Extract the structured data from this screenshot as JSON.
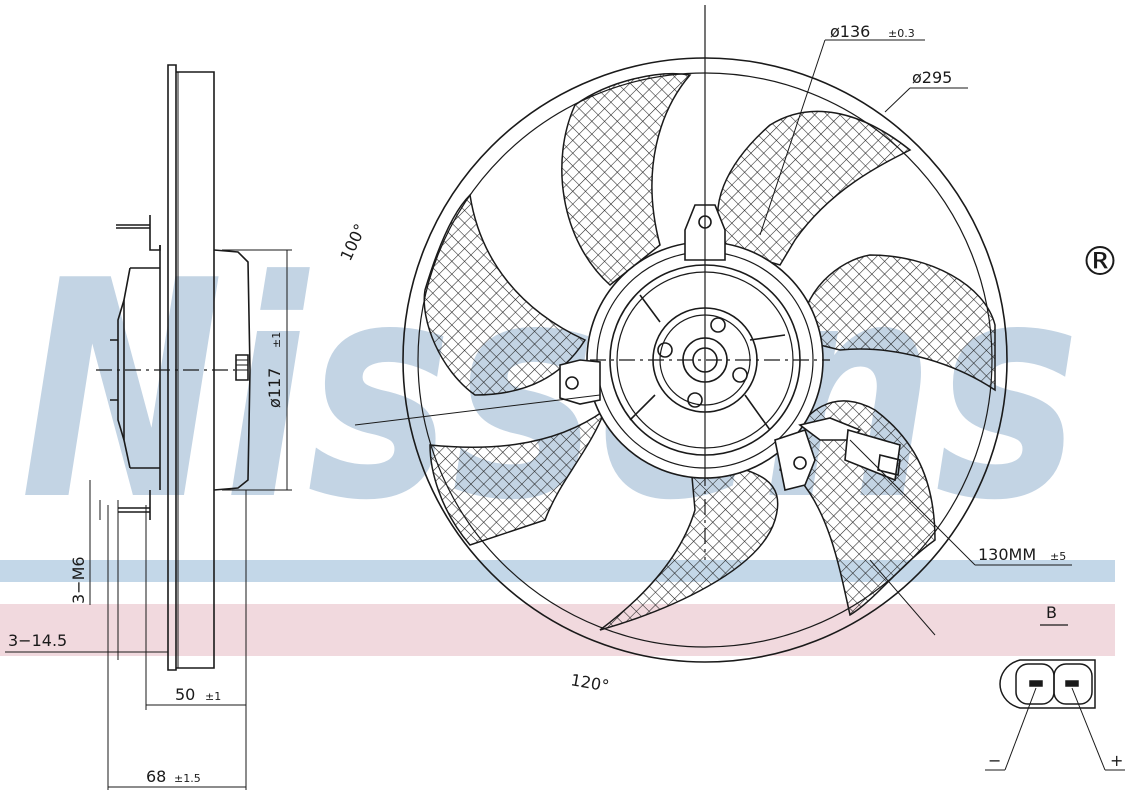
{
  "watermark": {
    "brand": "Nissens",
    "registered_mark": "®",
    "band_blue": "#bdd3e6",
    "band_red": "#f0d5da"
  },
  "side_view": {
    "thread_label": "3−M6",
    "mount_depth_label": "3−14.5",
    "depth_label": "50",
    "depth_tol": "±1",
    "total_depth_label": "68",
    "total_depth_tol": "±1.5",
    "motor_diameter_label": "ø117",
    "motor_diameter_tol": "±1"
  },
  "front_view": {
    "hub_diameter_label": "ø136",
    "hub_diameter_tol": "±0.3",
    "fan_diameter_label": "ø295",
    "angle_top_label": "100°",
    "angle_bottom_label": "120°",
    "cable_length_label": "130MM",
    "cable_length_tol": "±5"
  },
  "connector": {
    "view_label": "B",
    "minus_label": "−",
    "plus_label": "+"
  },
  "colors": {
    "line": "#1a1a1a",
    "hatch": "#222222"
  }
}
